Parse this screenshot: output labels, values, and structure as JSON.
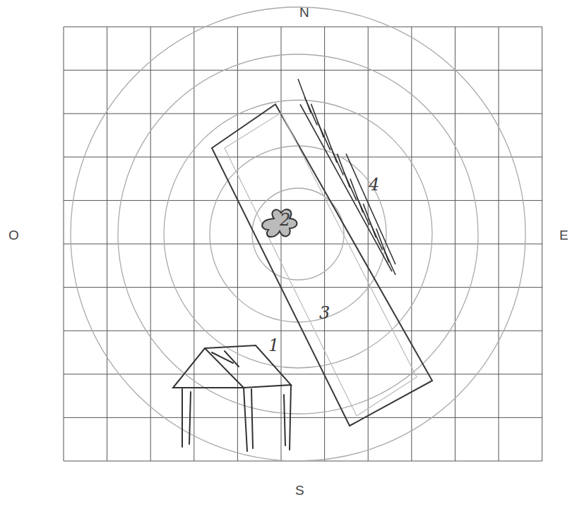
{
  "diagram": {
    "labels": [
      "N",
      "O",
      "E",
      "S",
      "1",
      "2",
      "3",
      "4"
    ]
  }
}
